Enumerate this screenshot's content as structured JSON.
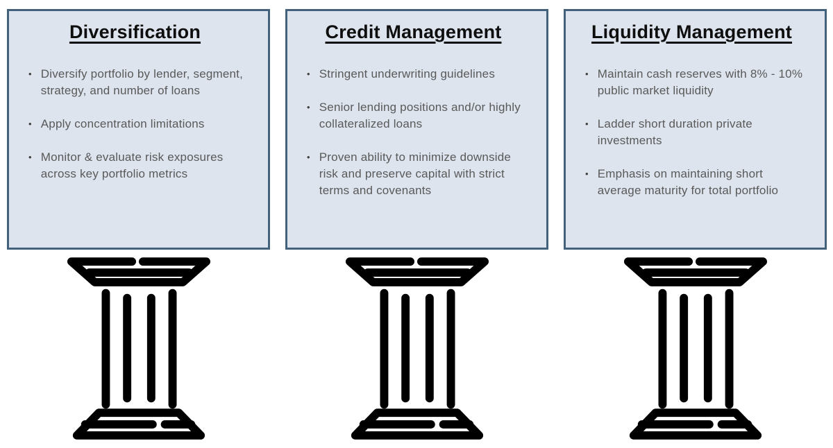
{
  "slide": {
    "background": "#ffffff",
    "colors": {
      "card_background": "#dde4ee",
      "card_border": "#44617c",
      "title_text": "#0e0e0e",
      "body_text": "#595959",
      "pillar_icon": "#000000"
    },
    "bullet_glyph": "•",
    "columns": [
      {
        "title": "Diversification",
        "icon": "pillar-icon",
        "bullets": [
          "Diversify portfolio by lender, segment, strategy, and number of loans",
          "Apply concentration limitations",
          "Monitor & evaluate risk exposures across key portfolio metrics"
        ]
      },
      {
        "title": "Credit Management",
        "icon": "pillar-icon",
        "bullets": [
          "Stringent underwriting guidelines",
          "Senior lending positions and/or highly collateralized loans",
          "Proven ability to minimize downside risk and preserve capital with strict terms and covenants"
        ]
      },
      {
        "title": "Liquidity Management",
        "icon": "pillar-icon",
        "bullets": [
          "Maintain cash reserves with 8% - 10% public market liquidity",
          "Ladder short duration private investments",
          "Emphasis on maintaining short average maturity for total portfolio"
        ]
      }
    ]
  }
}
